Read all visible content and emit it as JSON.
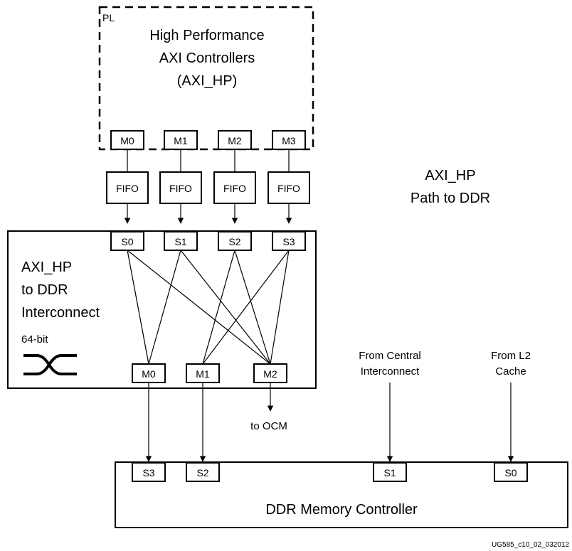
{
  "pl": {
    "tag": "PL",
    "title_lines": [
      "High Performance",
      "AXI Controllers",
      "(AXI_HP)"
    ],
    "masters": [
      "M0",
      "M1",
      "M2",
      "M3"
    ]
  },
  "fifos": [
    "FIFO",
    "FIFO",
    "FIFO",
    "FIFO"
  ],
  "side_title": [
    "AXI_HP",
    "Path to DDR"
  ],
  "interconnect": {
    "title_lines": [
      "AXI_HP",
      "to DDR",
      "Interconnect"
    ],
    "width": "64-bit",
    "symbol": "crossbar-switch-icon",
    "slaves": [
      "S0",
      "S1",
      "S2",
      "S3"
    ],
    "masters": [
      "M0",
      "M1",
      "M2"
    ]
  },
  "ocm_label": "to OCM",
  "sources": {
    "central": [
      "From Central",
      "Interconnect"
    ],
    "l2": [
      "From L2",
      "Cache"
    ]
  },
  "ddr": {
    "title": "DDR Memory Controller",
    "ports": [
      "S3",
      "S2",
      "S1",
      "S0"
    ]
  },
  "figure_id": "UG585_c10_02_032012"
}
